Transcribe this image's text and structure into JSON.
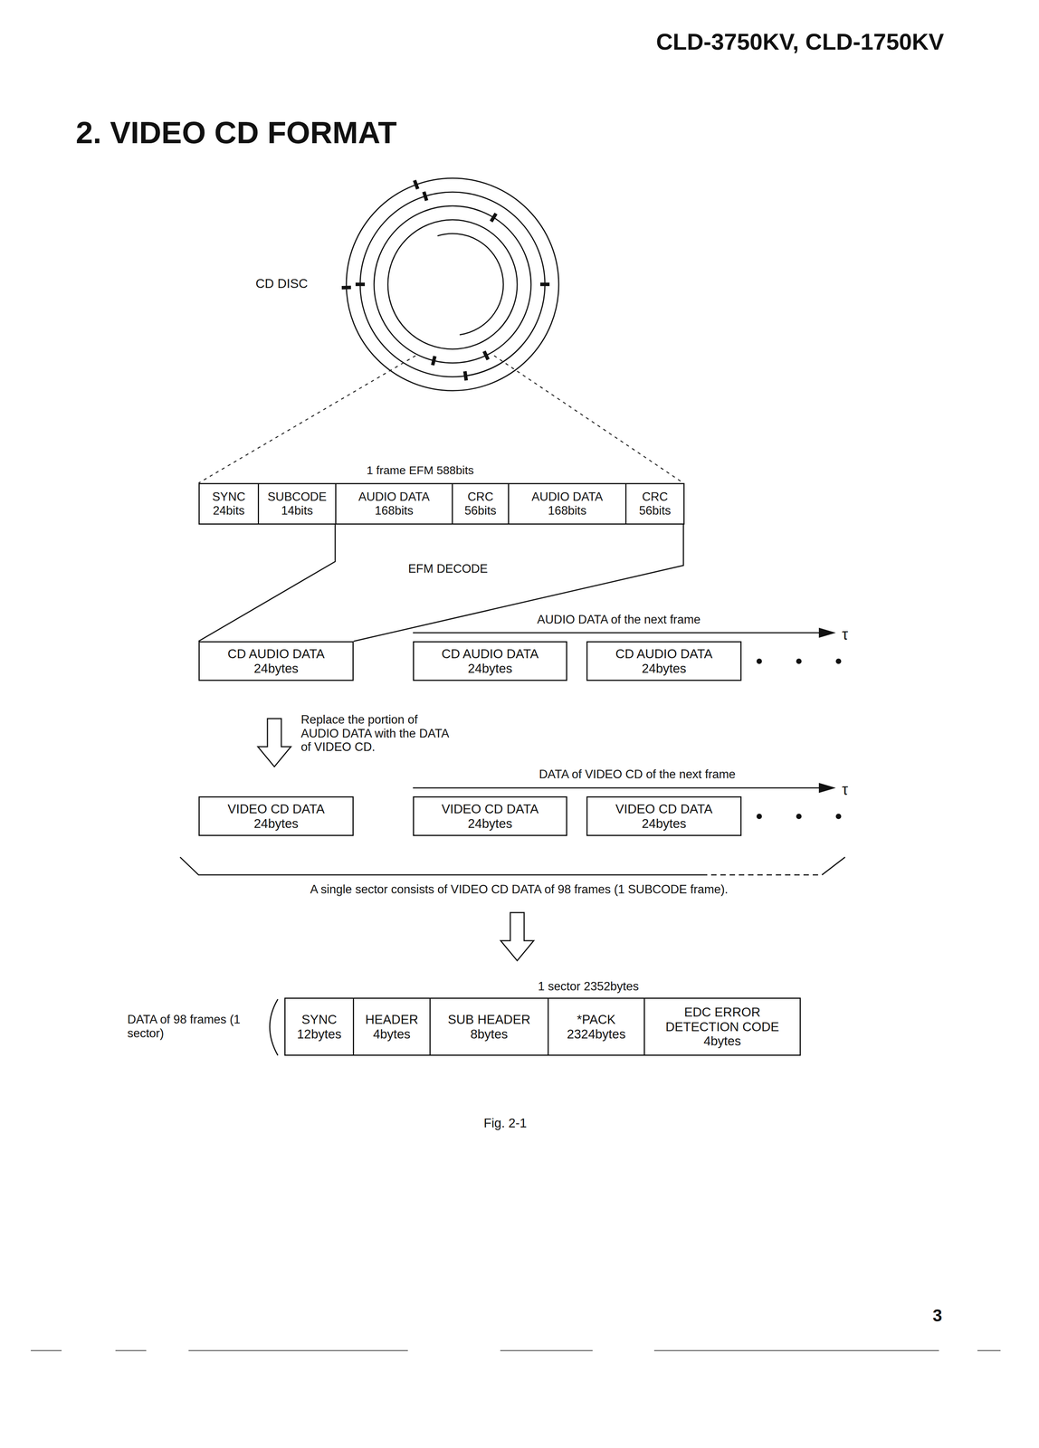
{
  "diagram": {
    "title": "2. VIDEO CD FORMAT",
    "caption": "Fig. 2-1",
    "nodes": [
      {
        "text": [
          "SYNC",
          "24bits"
        ]
      },
      {
        "text": [
          "SUBCODE",
          "14bits"
        ]
      },
      {
        "text": [
          "AUDIO DATA",
          "168bits"
        ]
      },
      {
        "text": [
          "CRC",
          "56bits"
        ]
      },
      {
        "text": [
          "AUDIO DATA",
          "168bits"
        ]
      },
      {
        "text": [
          "CRC",
          "56bits"
        ]
      },
      {
        "text": [
          "CD AUDIO DATA",
          "24bytes"
        ]
      },
      {
        "text": [
          "CD AUDIO DATA",
          "24bytes"
        ]
      },
      {
        "text": [
          "CD AUDIO DATA",
          "24bytes"
        ]
      },
      {
        "text": [
          "VIDEO CD DATA",
          "24bytes"
        ]
      },
      {
        "text": [
          "VIDEO CD DATA",
          "24bytes"
        ]
      },
      {
        "text": [
          "VIDEO CD DATA",
          "24bytes"
        ]
      },
      {
        "text": [
          "SYNC",
          "12bytes"
        ]
      },
      {
        "text": [
          "HEADER",
          "4bytes"
        ]
      },
      {
        "text": [
          "SUB HEADER",
          "8bytes"
        ]
      },
      {
        "text": [
          "*PACK",
          "2324bytes"
        ]
      },
      {
        "text": [
          "EDC ERROR DETECTION CODE",
          "4bytes"
        ]
      }
    ],
    "labels": [
      "CLD-3750KV, CLD-1750KV",
      "CD DISC",
      "1 frame EFM 588bits",
      "EFM DECODE",
      "AUDIO DATA of the next frame",
      "τ",
      "Replace the portion of AUDIO DATA with the DATA of VIDEO CD.",
      "DATA of VIDEO CD of the next frame",
      "τ",
      "A single sector consists of VIDEO CD DATA of 98 frames (1 SUBCODE frame).",
      "1 sector 2352bytes",
      "DATA of 98 frames (1 sector)",
      "3"
    ]
  }
}
